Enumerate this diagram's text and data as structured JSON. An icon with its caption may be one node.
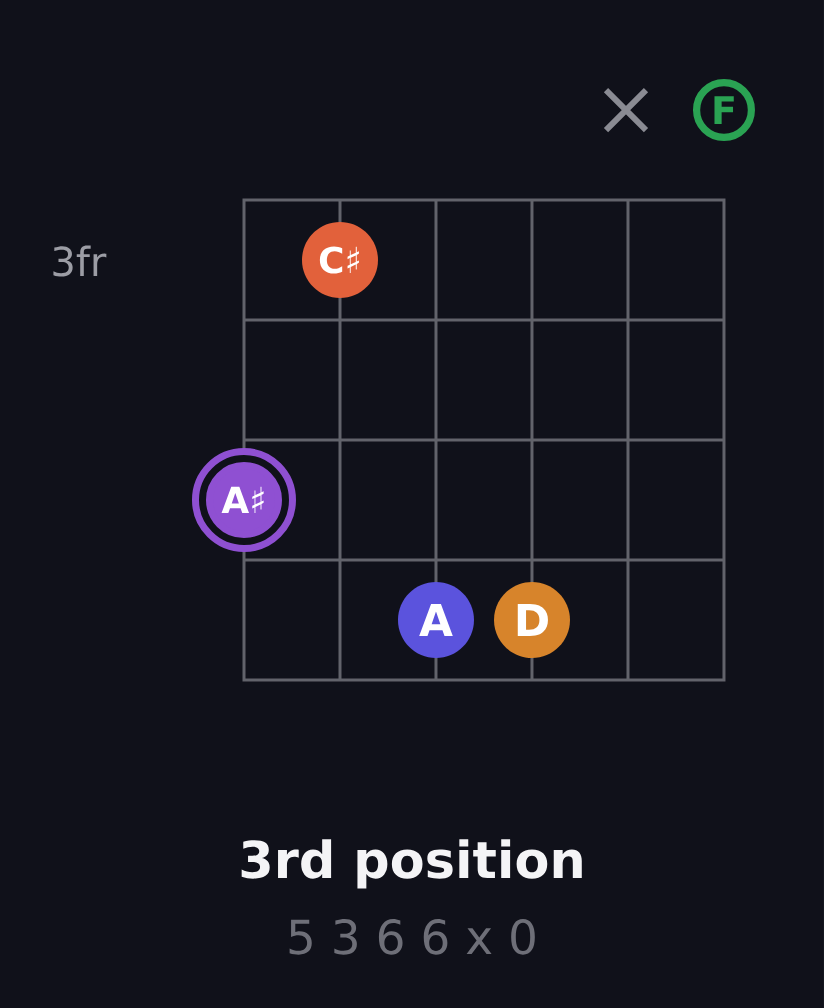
{
  "diagram": {
    "title": "3rd position",
    "caption": "5 3 6 6 x 0",
    "nodes": [
      {
        "text": [
          "F"
        ]
      },
      {
        "text": [
          "C♯"
        ]
      },
      {
        "text": [
          "A♯"
        ]
      },
      {
        "text": [
          "A"
        ]
      },
      {
        "text": [
          "D"
        ]
      }
    ],
    "labels": [
      "3fr"
    ]
  }
}
